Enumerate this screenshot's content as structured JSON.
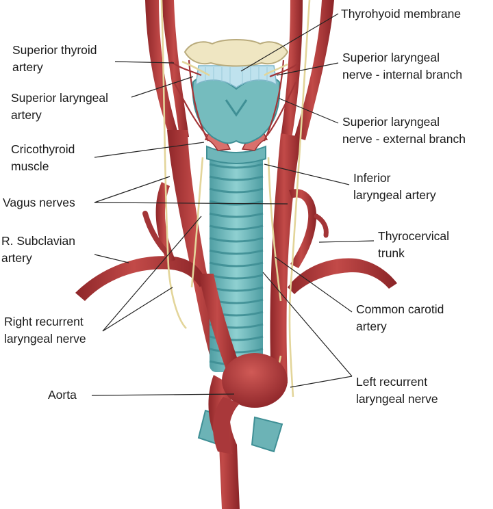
{
  "labels": {
    "thyrohyoid_membrane": [
      "Thyrohyoid membrane"
    ],
    "superior_thyroid_artery": [
      "Superior thyroid",
      "artery"
    ],
    "superior_laryngeal_internal": [
      "Superior laryngeal",
      "nerve - internal branch"
    ],
    "superior_laryngeal_artery": [
      "Superior laryngeal",
      "artery"
    ],
    "superior_laryngeal_external": [
      "Superior laryngeal",
      "nerve - external branch"
    ],
    "cricothyroid_muscle": [
      "Cricothyroid",
      "muscle"
    ],
    "inferior_laryngeal_artery": [
      "Inferior",
      "laryngeal artery"
    ],
    "vagus_nerves": [
      "Vagus nerves"
    ],
    "r_subclavian_artery": [
      "R. Subclavian",
      "artery"
    ],
    "thyrocervical_trunk": [
      "Thyrocervical",
      "trunk"
    ],
    "common_carotid_artery": [
      "Common carotid",
      "artery"
    ],
    "right_recurrent_laryngeal_nerve": [
      "Right recurrent",
      "laryngeal nerve"
    ],
    "aorta": [
      "Aorta"
    ],
    "left_recurrent_laryngeal_nerve": [
      "Left recurrent",
      "laryngeal nerve"
    ]
  },
  "colors": {
    "artery": "#b23a3a",
    "artery_dark": "#7e1f22",
    "cartilage": "#7fc1c3",
    "cartilage_dark": "#3f8f95",
    "hyoid": "#efe6c2",
    "nerve": "#e3d59a",
    "leader_line": "#222222"
  }
}
